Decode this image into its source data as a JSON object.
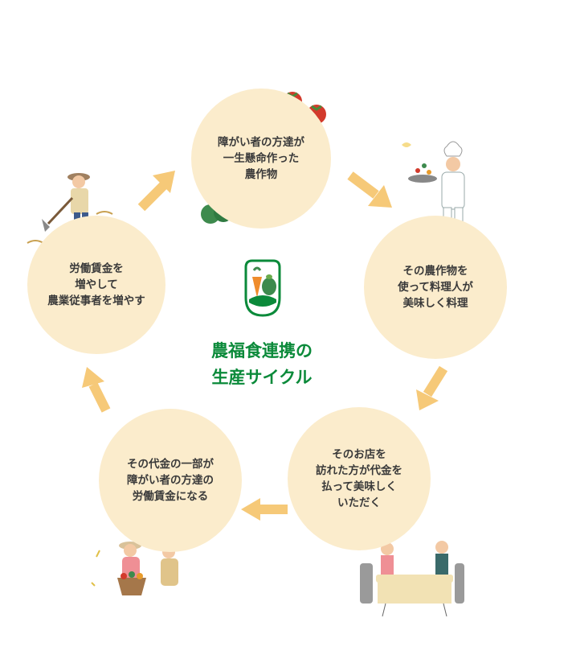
{
  "title_line1": "農福食連携の",
  "title_line2": "生産サイクル",
  "steps": [
    {
      "text": "障がい者の方達が\n一生懸命作った\n農作物"
    },
    {
      "text": "その農作物を\n使って料理人が\n美味しく料理"
    },
    {
      "text": "そのお店を\n訪れた方が代金を\n払って美味しく\nいただく"
    },
    {
      "text": "その代金の一部が\n障がい者の方達の\n労働賃金になる"
    },
    {
      "text": "労働賃金を\n増やして\n農業従事者を増やす"
    }
  ],
  "colors": {
    "circle": "#fbeccc",
    "arrow": "#f6c978",
    "title": "#0b8a3a"
  }
}
